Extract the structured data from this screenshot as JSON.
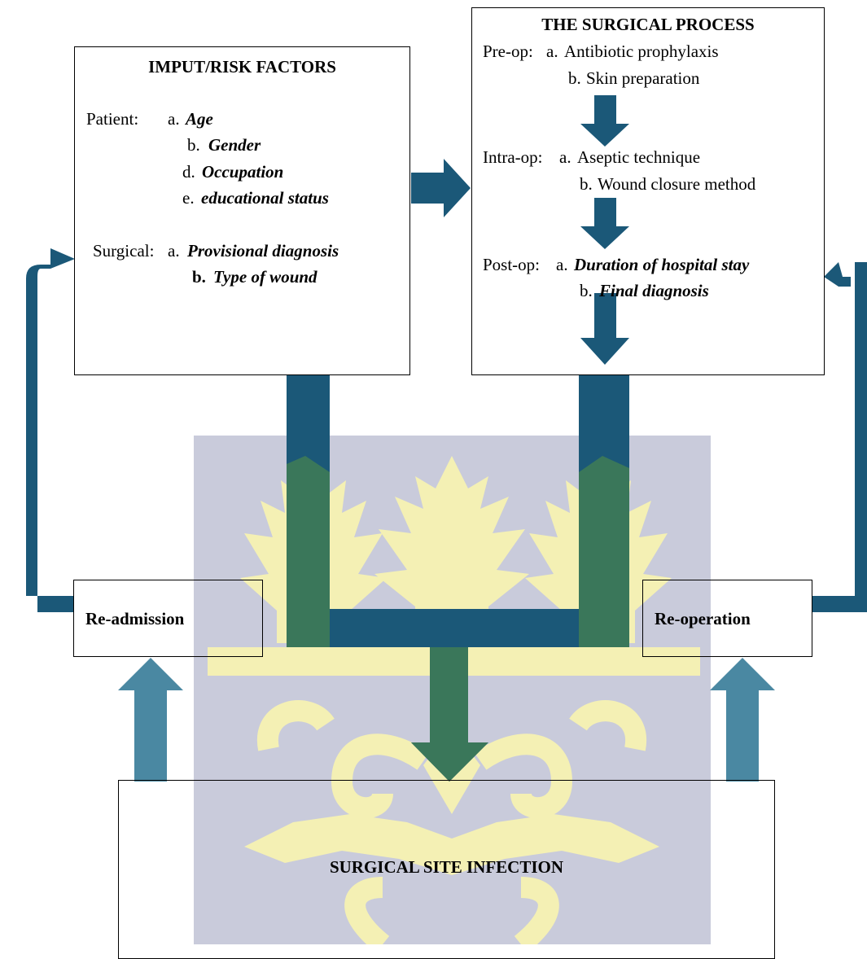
{
  "colors": {
    "arrow_dark": "#1b5878",
    "arrow_light": "#4a88a2",
    "watermark_bg": "#c9cbdb",
    "watermark_gold": "#f4f0b4",
    "branch_green": "#3f7d55"
  },
  "input_box": {
    "title": "IMPUT/RISK FACTORS",
    "patient_label": "Patient:",
    "patient_items": [
      {
        "marker": "a.",
        "text": "Age"
      },
      {
        "marker": "b.",
        "text": "Gender"
      },
      {
        "marker": "d.",
        "text": "Occupation"
      },
      {
        "marker": "e.",
        "text": "educational status"
      }
    ],
    "surgical_label": "Surgical:",
    "surgical_items": [
      {
        "marker": "a.",
        "text": "Provisional diagnosis"
      },
      {
        "marker": "b.",
        "text": "Type of wound"
      }
    ]
  },
  "process_box": {
    "title": "THE SURGICAL PROCESS",
    "preop_label": "Pre-op:",
    "preop_items": [
      {
        "marker": "a.",
        "text": "Antibiotic prophylaxis"
      },
      {
        "marker": "b.",
        "text": "Skin preparation"
      }
    ],
    "intraop_label": "Intra-op:",
    "intraop_items": [
      {
        "marker": "a.",
        "text": "Aseptic technique"
      },
      {
        "marker": "b.",
        "text": "Wound closure method"
      }
    ],
    "postop_label": "Post-op:",
    "postop_items": [
      {
        "marker": "a.",
        "text": "Duration of hospital stay"
      },
      {
        "marker": "b.",
        "text": "Final diagnosis"
      }
    ]
  },
  "readmission": {
    "label": "Re-admission"
  },
  "reoperation": {
    "label": "Re-operation"
  },
  "outcome": {
    "label": "SURGICAL SITE INFECTION"
  }
}
